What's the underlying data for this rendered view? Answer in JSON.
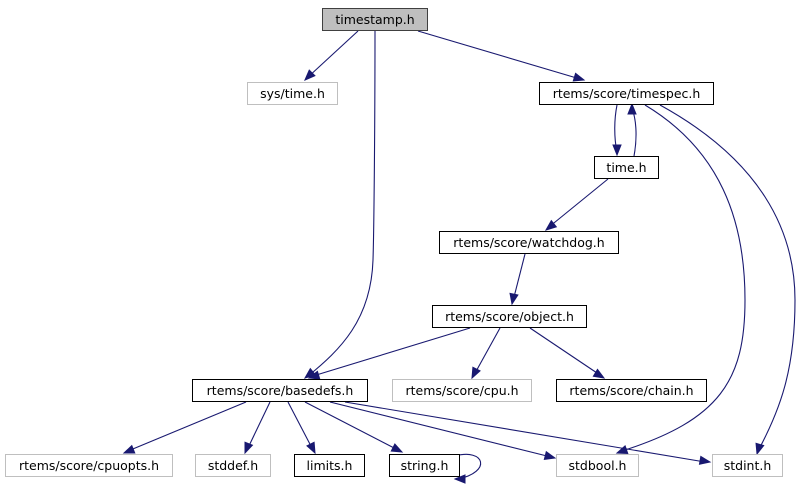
{
  "diagram": {
    "type": "include-dependency-graph",
    "edge_color": "#191970",
    "root_fill": "#bfbfbf",
    "nodes": [
      {
        "id": "timestamp",
        "label": "timestamp.h",
        "kind": "root"
      },
      {
        "id": "sys_time",
        "label": "sys/time.h",
        "kind": "external"
      },
      {
        "id": "timespec",
        "label": "rtems/score/timespec.h",
        "kind": "documented"
      },
      {
        "id": "time",
        "label": "time.h",
        "kind": "documented"
      },
      {
        "id": "watchdog",
        "label": "rtems/score/watchdog.h",
        "kind": "documented"
      },
      {
        "id": "object",
        "label": "rtems/score/object.h",
        "kind": "documented"
      },
      {
        "id": "basedefs",
        "label": "rtems/score/basedefs.h",
        "kind": "documented"
      },
      {
        "id": "cpu",
        "label": "rtems/score/cpu.h",
        "kind": "external"
      },
      {
        "id": "chain",
        "label": "rtems/score/chain.h",
        "kind": "documented"
      },
      {
        "id": "cpuopts",
        "label": "rtems/score/cpuopts.h",
        "kind": "external"
      },
      {
        "id": "stddef",
        "label": "stddef.h",
        "kind": "external"
      },
      {
        "id": "limits",
        "label": "limits.h",
        "kind": "documented"
      },
      {
        "id": "string",
        "label": "string.h",
        "kind": "documented"
      },
      {
        "id": "stdbool",
        "label": "stdbool.h",
        "kind": "external"
      },
      {
        "id": "stdint",
        "label": "stdint.h",
        "kind": "external"
      }
    ],
    "edges": [
      {
        "from": "timestamp",
        "to": "sys_time"
      },
      {
        "from": "timestamp",
        "to": "basedefs"
      },
      {
        "from": "timestamp",
        "to": "timespec"
      },
      {
        "from": "timespec",
        "to": "time"
      },
      {
        "from": "time",
        "to": "timespec"
      },
      {
        "from": "timespec",
        "to": "stdbool"
      },
      {
        "from": "timespec",
        "to": "stdint"
      },
      {
        "from": "time",
        "to": "watchdog"
      },
      {
        "from": "watchdog",
        "to": "object"
      },
      {
        "from": "object",
        "to": "basedefs"
      },
      {
        "from": "object",
        "to": "cpu"
      },
      {
        "from": "object",
        "to": "chain"
      },
      {
        "from": "basedefs",
        "to": "cpuopts"
      },
      {
        "from": "basedefs",
        "to": "stddef"
      },
      {
        "from": "basedefs",
        "to": "limits"
      },
      {
        "from": "basedefs",
        "to": "string"
      },
      {
        "from": "basedefs",
        "to": "stdbool"
      },
      {
        "from": "basedefs",
        "to": "stdint"
      },
      {
        "from": "string",
        "to": "string"
      }
    ]
  }
}
